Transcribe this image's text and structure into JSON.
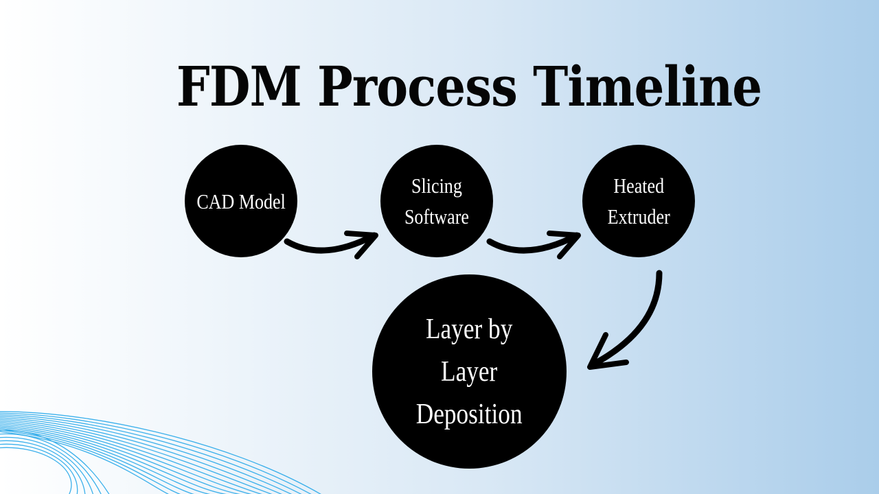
{
  "title": "FDM Process Timeline",
  "steps": [
    {
      "label": "CAD Model"
    },
    {
      "label": "Slicing\nSoftware"
    },
    {
      "label": "Heated\nExtruder"
    },
    {
      "label": "Layer by\nLayer\nDeposition"
    }
  ],
  "colors": {
    "node_fill": "#000000",
    "node_text": "#ffffff",
    "arrow": "#000000",
    "wave_lines": "#1aa3e8"
  }
}
